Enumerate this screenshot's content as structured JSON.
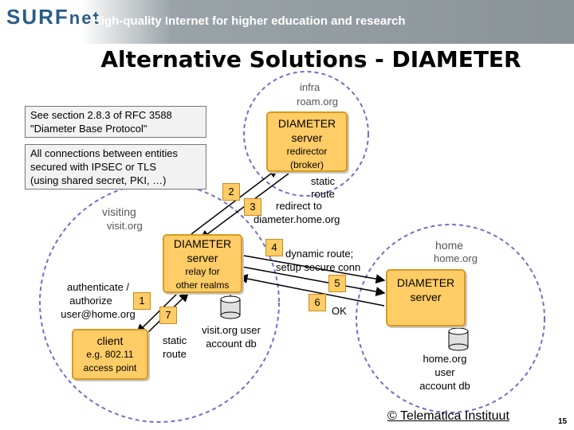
{
  "header": {
    "logo_text": "SURF",
    "logo_suffix": "net",
    "tagline": "High-quality Internet for higher education and research"
  },
  "slide": {
    "title": "Alternative Solutions - DIAMETER"
  },
  "notes": {
    "rfc_line1": "See section 2.8.3 of RFC 3588",
    "rfc_line2": "\"Diameter Base Protocol\"",
    "sec_line1": "All connections between entities",
    "sec_line2": "secured with IPSEC or TLS",
    "sec_line3": "(using shared secret, PKI, …)"
  },
  "domains": {
    "infra_name": "infra",
    "infra_domain": "roam.org",
    "visiting_name": "visiting",
    "visiting_domain": "visit.org",
    "home_name": "home",
    "home_domain": "home.org"
  },
  "nodes": {
    "broker_title1": "DIAMETER",
    "broker_title2": "server",
    "broker_sub1": "redirector",
    "broker_sub2": "(broker)",
    "visit_title1": "DIAMETER",
    "visit_title2": "server",
    "visit_sub1": "relay for",
    "visit_sub2": "other realms",
    "home_title1": "DIAMETER",
    "home_title2": "server",
    "client_title": "client",
    "client_sub1": "e.g. 802.11",
    "client_sub2": "access point"
  },
  "labels": {
    "static_route_infra1": "static",
    "static_route_infra2": "route",
    "redirect1": "redirect to",
    "redirect2": "diameter.home.org",
    "dynamic1": "dynamic route;",
    "dynamic2": "setup secure conn",
    "ok": "OK",
    "auth1": "authenticate /",
    "auth2": "authorize",
    "auth3": "user@home.org",
    "static_route_client1": "static",
    "static_route_client2": "route",
    "visit_db1": "visit.org user",
    "visit_db2": "account db",
    "home_db1": "home.org",
    "home_db2": "user",
    "home_db3": "account db"
  },
  "steps": [
    "1",
    "2",
    "3",
    "4",
    "5",
    "6",
    "7"
  ],
  "footer": {
    "copyright": "© Telematica Instituut",
    "page": "15"
  },
  "colors": {
    "node_fill": "#ffcc66",
    "node_border": "#d99a20",
    "domain_circle": "#7070c8"
  }
}
